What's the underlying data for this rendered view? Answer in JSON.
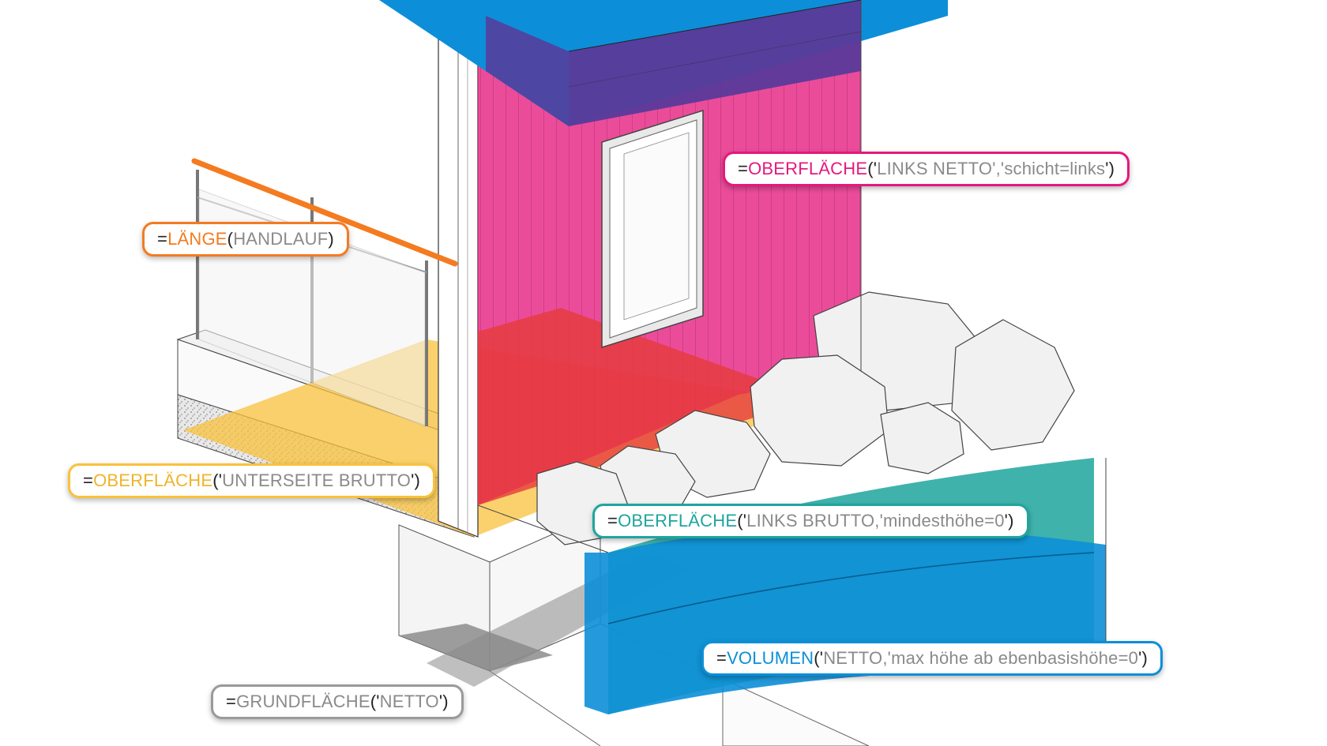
{
  "colors": {
    "orange": "#F47B20",
    "magenta": "#E5197D",
    "yellow": "#F9C23C",
    "teal": "#1FA59E",
    "blue": "#0C8FD8",
    "purple": "#5B3A9A",
    "gray": "#9A9A9A"
  },
  "formulas": [
    {
      "id": "handlauf",
      "eq": "=",
      "func": "LÄNGE",
      "open": "(",
      "args": "HANDLAUF",
      "close": ")",
      "color": "#F47B20"
    },
    {
      "id": "links-netto",
      "eq": "=",
      "func": "OBERFLÄCHE",
      "open": "('",
      "args": "LINKS NETTO','schicht=links",
      "close": "')",
      "color": "#E5197D"
    },
    {
      "id": "unterseite-brutto",
      "eq": "=",
      "func": "OBERFLÄCHE",
      "open": "('",
      "args": "UNTERSEITE BRUTTO",
      "close": "')",
      "color": "#F0B429"
    },
    {
      "id": "links-brutto",
      "eq": "=",
      "func": "OBERFLÄCHE",
      "open": "('",
      "args": "LINKS BRUTTO,'mindesthöhe=0",
      "close": "')",
      "color": "#1FA59E"
    },
    {
      "id": "volumen-netto",
      "eq": "=",
      "func": "VOLUMEN",
      "open": "('",
      "args": "NETTO,'max höhe ab ebenbasishöhe=0",
      "close": "')",
      "color": "#0C8FD8"
    },
    {
      "id": "grundflaeche-netto",
      "eq": "=",
      "func": "GRUNDFLÄCHE",
      "open": "('",
      "args": "NETTO",
      "close": "')",
      "color": "#8a8a8a"
    }
  ]
}
